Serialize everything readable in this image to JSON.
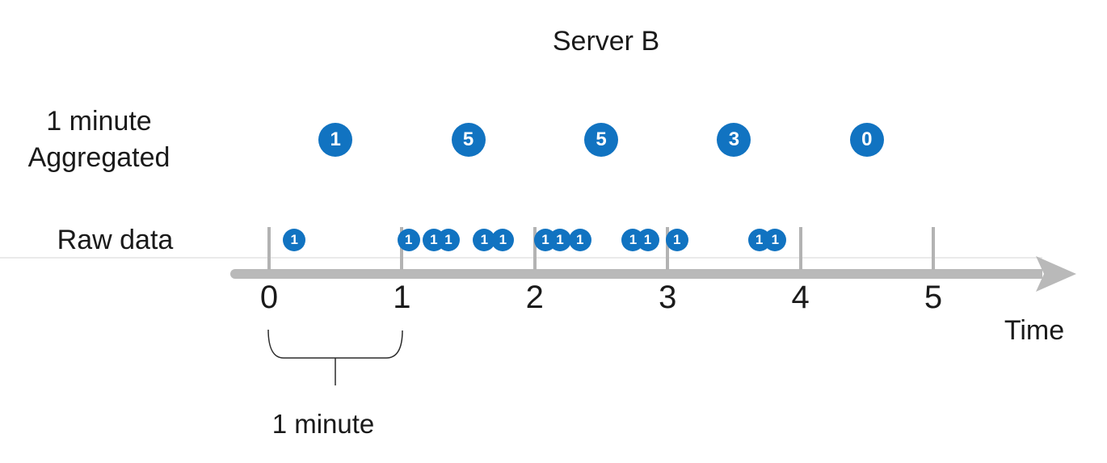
{
  "title": "Server B",
  "rows": {
    "aggregated": {
      "label_line1": "1 minute",
      "label_line2": "Aggregated"
    },
    "raw": {
      "label": "Raw data"
    }
  },
  "axis": {
    "tick_labels": [
      "0",
      "1",
      "2",
      "3",
      "4",
      "5"
    ],
    "axis_label": "Time"
  },
  "annotation": {
    "interval_label": "1 minute"
  },
  "colors": {
    "circle_blue": "#1173c1",
    "axis_gray": "#b9b9b9",
    "tick_gray": "#b3b3b3",
    "faint_line": "#eaeaea",
    "text": "#1a1a1a"
  },
  "chart_data": {
    "type": "scatter",
    "title": "Server B",
    "xlabel": "Time",
    "x_ticks": [
      0,
      1,
      2,
      3,
      4,
      5
    ],
    "x_unit": "minutes",
    "series": [
      {
        "name": "1 minute Aggregated",
        "description": "count of raw events per 1-minute bucket, shown at bucket midpoints",
        "points": [
          {
            "t": 0.5,
            "value": "1"
          },
          {
            "t": 1.5,
            "value": "5"
          },
          {
            "t": 2.5,
            "value": "5"
          },
          {
            "t": 3.5,
            "value": "3"
          },
          {
            "t": 4.5,
            "value": "0"
          }
        ]
      },
      {
        "name": "Raw data",
        "description": "individual raw events, each with value 1",
        "points": [
          {
            "t": 0.19,
            "value": "1"
          },
          {
            "t": 1.05,
            "value": "1"
          },
          {
            "t": 1.24,
            "value": "1"
          },
          {
            "t": 1.35,
            "value": "1"
          },
          {
            "t": 1.62,
            "value": "1"
          },
          {
            "t": 1.76,
            "value": "1"
          },
          {
            "t": 2.08,
            "value": "1"
          },
          {
            "t": 2.19,
            "value": "1"
          },
          {
            "t": 2.34,
            "value": "1"
          },
          {
            "t": 2.74,
            "value": "1"
          },
          {
            "t": 2.85,
            "value": "1"
          },
          {
            "t": 3.07,
            "value": "1"
          },
          {
            "t": 3.69,
            "value": "1"
          },
          {
            "t": 3.81,
            "value": "1"
          }
        ]
      }
    ],
    "bracket_annotation": {
      "from_tick": 0,
      "to_tick": 1,
      "label": "1 minute"
    }
  }
}
